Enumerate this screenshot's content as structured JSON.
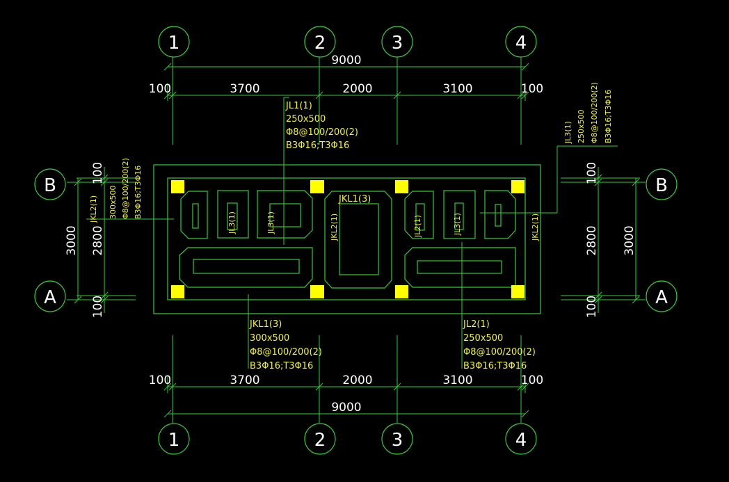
{
  "grid_x": [
    "1",
    "2",
    "3",
    "4"
  ],
  "grid_y": [
    "B",
    "A"
  ],
  "dims": {
    "total": "9000",
    "spans": [
      "3700",
      "2000",
      "3100"
    ],
    "edge": "100",
    "h_total": "3000",
    "h_inner": "2800"
  },
  "labels": {
    "jl1": [
      "JL1(1)",
      "250x500",
      "Φ8@100/200(2)",
      "B3Φ16;T3Φ16"
    ],
    "jkl1_top": "JKL1(3)",
    "jkl1_bottom": [
      "JKL1(3)",
      "300x500",
      "Φ8@100/200(2)",
      "B3Φ16;T3Φ16"
    ],
    "jl2": [
      "JL2(1)",
      "250x500",
      "Φ8@100/200(2)",
      "B3Φ16;T3Φ16"
    ],
    "jkl2_left": [
      "JKL2(1)",
      "300x500",
      "Φ8@100/200(2)",
      "B3Φ16;T3Φ16"
    ],
    "jl3_right": [
      "JL3(1)",
      "250x500",
      "Φ8@100/200(2)",
      "B3Φ16;T3Φ16"
    ],
    "inner": {
      "jl3_a": "JL3(1)",
      "jl3_b": "JL3(1)",
      "jkl2_a": "JKL2(1)",
      "jl2_a": "JL2(1)",
      "jl3_c": "JL3(1)",
      "jkl2_b": "JKL2(1)"
    }
  },
  "colors": {
    "lines": "#33cc33",
    "text": "#ffffff",
    "annotation": "#f2f230",
    "column": "#ffff00"
  }
}
